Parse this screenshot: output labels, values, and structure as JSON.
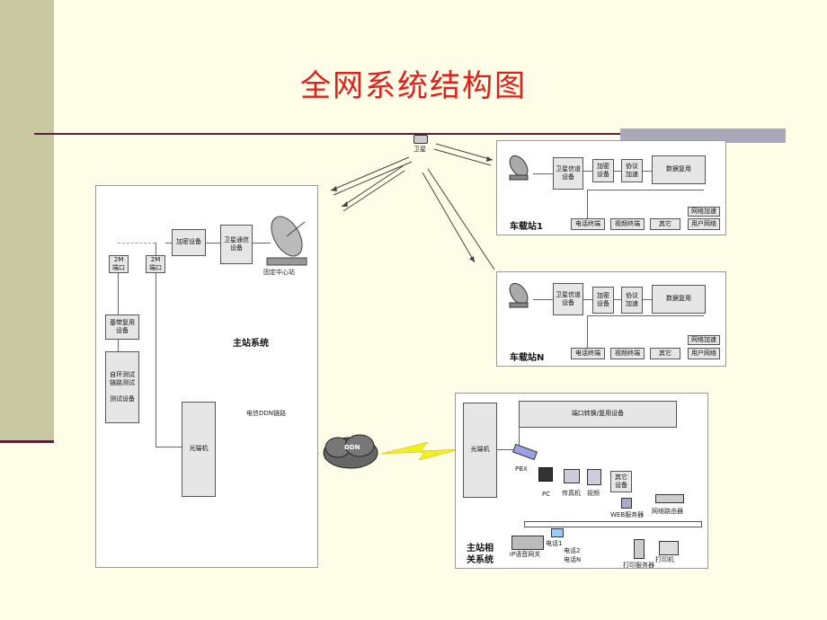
{
  "title": "全网系统结构图",
  "satellite": {
    "label": "卫星"
  },
  "main_station": {
    "label": "主站系统",
    "port_a": "2M\n端口",
    "port_b": "2M\n端口",
    "encrypt": "加密设备",
    "sat_comm": "卫星通信\n设备",
    "dish_label": "固定中心站",
    "base_mux": "基带复用\n设备",
    "test": "自环测试\n链路测试\n\n测试设备",
    "optical": "光端机",
    "link_label": "电信DDN链路"
  },
  "ddn": {
    "label": "DDN"
  },
  "mobile_stations": [
    {
      "label": "车载站1",
      "sat_channel": "卫星信道\n设备",
      "encrypt": "加密\n设备",
      "protocol": "协议\n加速",
      "mux": "数据复用",
      "net_accel": "网络加速",
      "phone": "电话终端",
      "video": "视频终端",
      "other": "其它",
      "user_net": "用户网络"
    },
    {
      "label": "车载站N",
      "sat_channel": "卫星信道\n设备",
      "encrypt": "加密\n设备",
      "protocol": "协议\n加速",
      "mux": "数据复用",
      "net_accel": "网络加速",
      "phone": "电话终端",
      "video": "视频终端",
      "other": "其它",
      "user_net": "用户网络"
    }
  ],
  "related": {
    "label": "主站相\n关系统",
    "optical": "光端机",
    "port_mux": "端口转换/复用设备",
    "pbx": "PBX",
    "pc": "PC",
    "fax": "传真机",
    "video": "视频",
    "other": "其它\n设备",
    "web": "WEB服务器",
    "router": "网络路由器",
    "ip_gw": "IP语音网关",
    "phone1": "电话1",
    "phone2": "电话2",
    "phonen": "电话N",
    "print_srv": "打印服务器",
    "printer": "打印机"
  },
  "colors": {
    "title": "#e0201a",
    "band": "#c8c8a0",
    "accent": "#5a1f3a",
    "bolt": "#f2ef20"
  }
}
